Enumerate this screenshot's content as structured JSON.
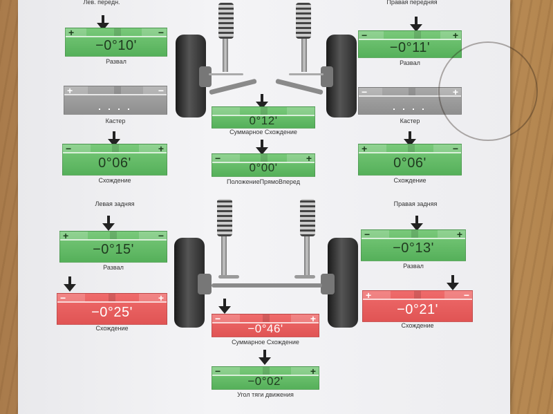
{
  "front": {
    "left_header": "Лев. передн.",
    "right_header": "Правая передняя",
    "left_camber": {
      "value": "−0°10'",
      "label": "Развал"
    },
    "right_camber": {
      "value": "−0°11'",
      "label": "Развал"
    },
    "left_caster": {
      "value": "",
      "label": "Кастер"
    },
    "right_caster": {
      "value": "",
      "label": "Кастер"
    },
    "total_toe": {
      "value": "0°12'",
      "label": "Суммарное Схождение"
    },
    "left_toe": {
      "value": "0°06'",
      "label": "Схождение"
    },
    "right_toe": {
      "value": "0°06'",
      "label": "Схождение"
    },
    "straight_ahead": {
      "value": "0°00'",
      "label": "ПоложениеПрямоВперед"
    }
  },
  "rear": {
    "left_header": "Левая задняя",
    "right_header": "Правая задняя",
    "left_camber": {
      "value": "−0°15'",
      "label": "Развал"
    },
    "right_camber": {
      "value": "−0°13'",
      "label": "Развал"
    },
    "left_toe": {
      "value": "−0°25'",
      "label": "Схождение"
    },
    "right_toe": {
      "value": "−0°21'",
      "label": "Схождение"
    },
    "total_toe": {
      "value": "−0°46'",
      "label": "Суммарное Схождение"
    },
    "thrust_angle": {
      "value": "−0°02'",
      "label": "Угол тяги движения"
    }
  },
  "signs": {
    "plus": "+",
    "minus": "−"
  },
  "status_colors": {
    "ok": "#5bb560",
    "neutral": "#9a9a9a",
    "out_of_range": "#e35a5a"
  }
}
